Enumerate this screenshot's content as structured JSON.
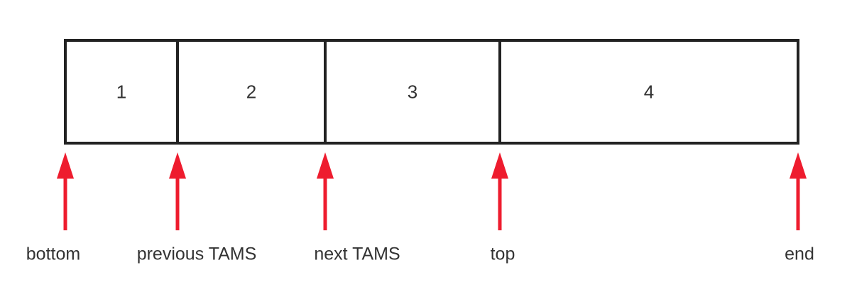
{
  "colors": {
    "arrow": "#ee1c2e",
    "border": "#222222",
    "text": "#333333"
  },
  "segments": [
    {
      "label": "1"
    },
    {
      "label": "2"
    },
    {
      "label": "3"
    },
    {
      "label": "4"
    }
  ],
  "markers": [
    {
      "label": "bottom",
      "icon": "up-arrow-icon"
    },
    {
      "label": "previous TAMS",
      "icon": "up-arrow-icon"
    },
    {
      "label": "next TAMS",
      "icon": "up-arrow-icon"
    },
    {
      "label": "top",
      "icon": "up-arrow-icon"
    },
    {
      "label": "end",
      "icon": "up-arrow-icon"
    }
  ]
}
